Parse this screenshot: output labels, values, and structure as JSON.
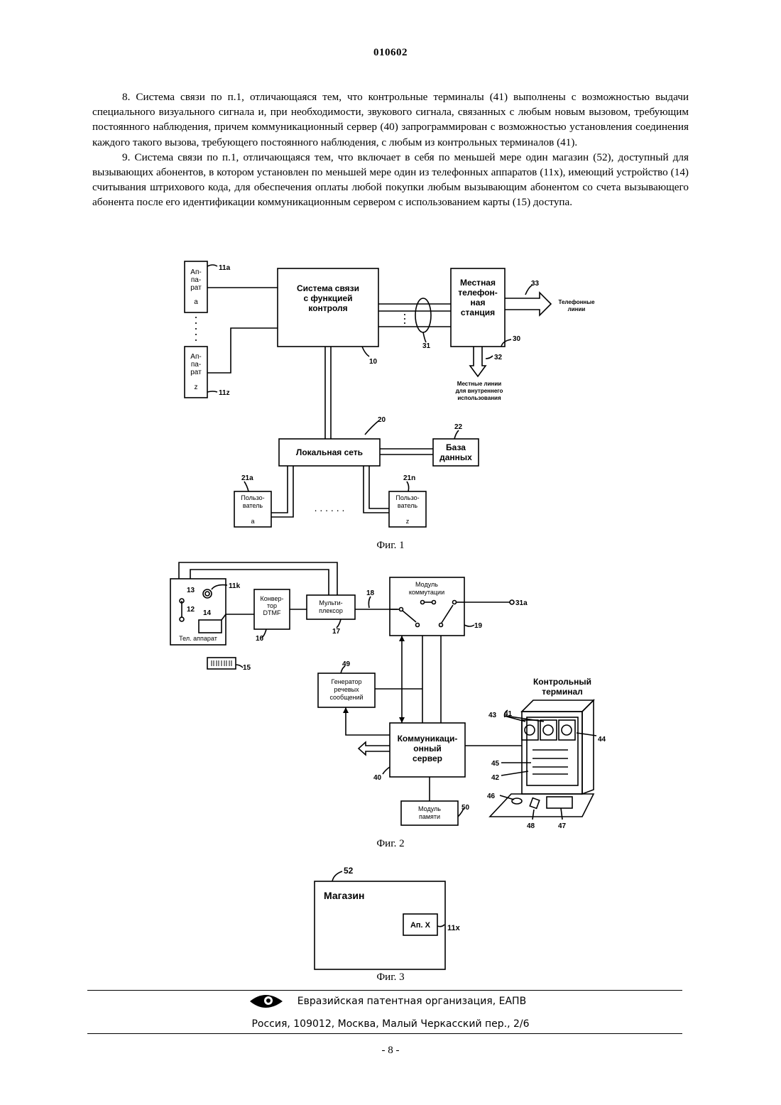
{
  "header": {
    "doc_number": "010602"
  },
  "body": {
    "claims": [
      "8. Система связи по п.1, отличающаяся тем, что контрольные терминалы (41) выполнены с возможностью выдачи специального визуального сигнала и, при необходимости, звукового сигнала, связанных с любым новым вызовом, требующим постоянного наблюдения, причем коммуникационный сервер (40) запрограммирован с возможностью установления соединения каждого такого вызова, требующего постоянного наблюдения, с любым из контрольных терминалов (41).",
      "9. Система связи по п.1, отличающаяся тем, что включает в себя по меньшей мере один магазин (52), доступный для вызывающих абонентов, в котором установлен по меньшей мере один из телефонных аппаратов (11x), имеющий устройство (14) считывания штрихового кода, для обеспечения оплаты любой покупки любым вызывающим абонентом со счета вызывающего абонента после его идентификации коммуникационным сервером с использованием карты (15) доступа."
    ]
  },
  "fig1": {
    "caption": "Фиг. 1",
    "apparat_a": [
      "Ап-",
      "па-",
      "рат",
      "а"
    ],
    "apparat_z": [
      "Ап-",
      "па-",
      "рат",
      "z"
    ],
    "ref_11a": "11a",
    "ref_11z": "11z",
    "system_label": [
      "Система связи",
      "с функцией",
      "контроля"
    ],
    "ref_10": "10",
    "exchange_label": [
      "Местная",
      "телефон-",
      "ная",
      "станция"
    ],
    "ref_30": "30",
    "ref_31": "31",
    "ref_32": "32",
    "ref_33": "33",
    "phone_lines": [
      "Телефонные",
      "линии"
    ],
    "local_lines": [
      "Местные линии",
      "для внутреннего",
      "использования"
    ],
    "lan_label": "Локальная сеть",
    "ref_20": "20",
    "db_label": [
      "База",
      "данных"
    ],
    "ref_22": "22",
    "user_a": [
      "Пользо-",
      "ватель",
      "а"
    ],
    "user_z": [
      "Пользо-",
      "ватель",
      "z"
    ],
    "ref_21a": "21a",
    "ref_21n": "21n",
    "dots_horizontal": ". . . . . .",
    "dots_vertical": "⋮"
  },
  "fig2": {
    "caption": "Фиг. 2",
    "phone_label": "Тел. аппарат",
    "ref_11k": "11k",
    "ref_12": "12",
    "ref_13": "13",
    "ref_14": "14",
    "ref_15": "15",
    "converter": [
      "Конвер-",
      "тор",
      "DTMF"
    ],
    "ref_16": "16",
    "mux": [
      "Мульти-",
      "плексор"
    ],
    "ref_17": "17",
    "ref_18": "18",
    "switch_module": [
      "Модуль",
      "коммутации"
    ],
    "ref_19": "19",
    "ref_31a": "31a",
    "voice_gen": [
      "Генератор",
      "речевых",
      "сообщений"
    ],
    "ref_49": "49",
    "comm_server": [
      "Коммуникаци-",
      "онный",
      "сервер"
    ],
    "ref_40": "40",
    "memory": [
      "Модуль",
      "памяти"
    ],
    "ref_50": "50",
    "terminal_title": [
      "Контрольный",
      "терминал"
    ],
    "ref_41": "41",
    "ref_42": "42",
    "ref_43": "43",
    "ref_44": "44",
    "ref_45": "45",
    "ref_46": "46",
    "ref_47": "47",
    "ref_48": "48"
  },
  "fig3": {
    "caption": "Фиг. 3",
    "ref_52": "52",
    "shop_label": "Магазин",
    "apparat_x": "Ап. X",
    "ref_11x": "11x"
  },
  "footer": {
    "org": "Евразийская патентная организация, ЕАПВ",
    "address": "Россия, 109012, Москва, Малый Черкасский пер., 2/6",
    "page": "- 8 -"
  }
}
